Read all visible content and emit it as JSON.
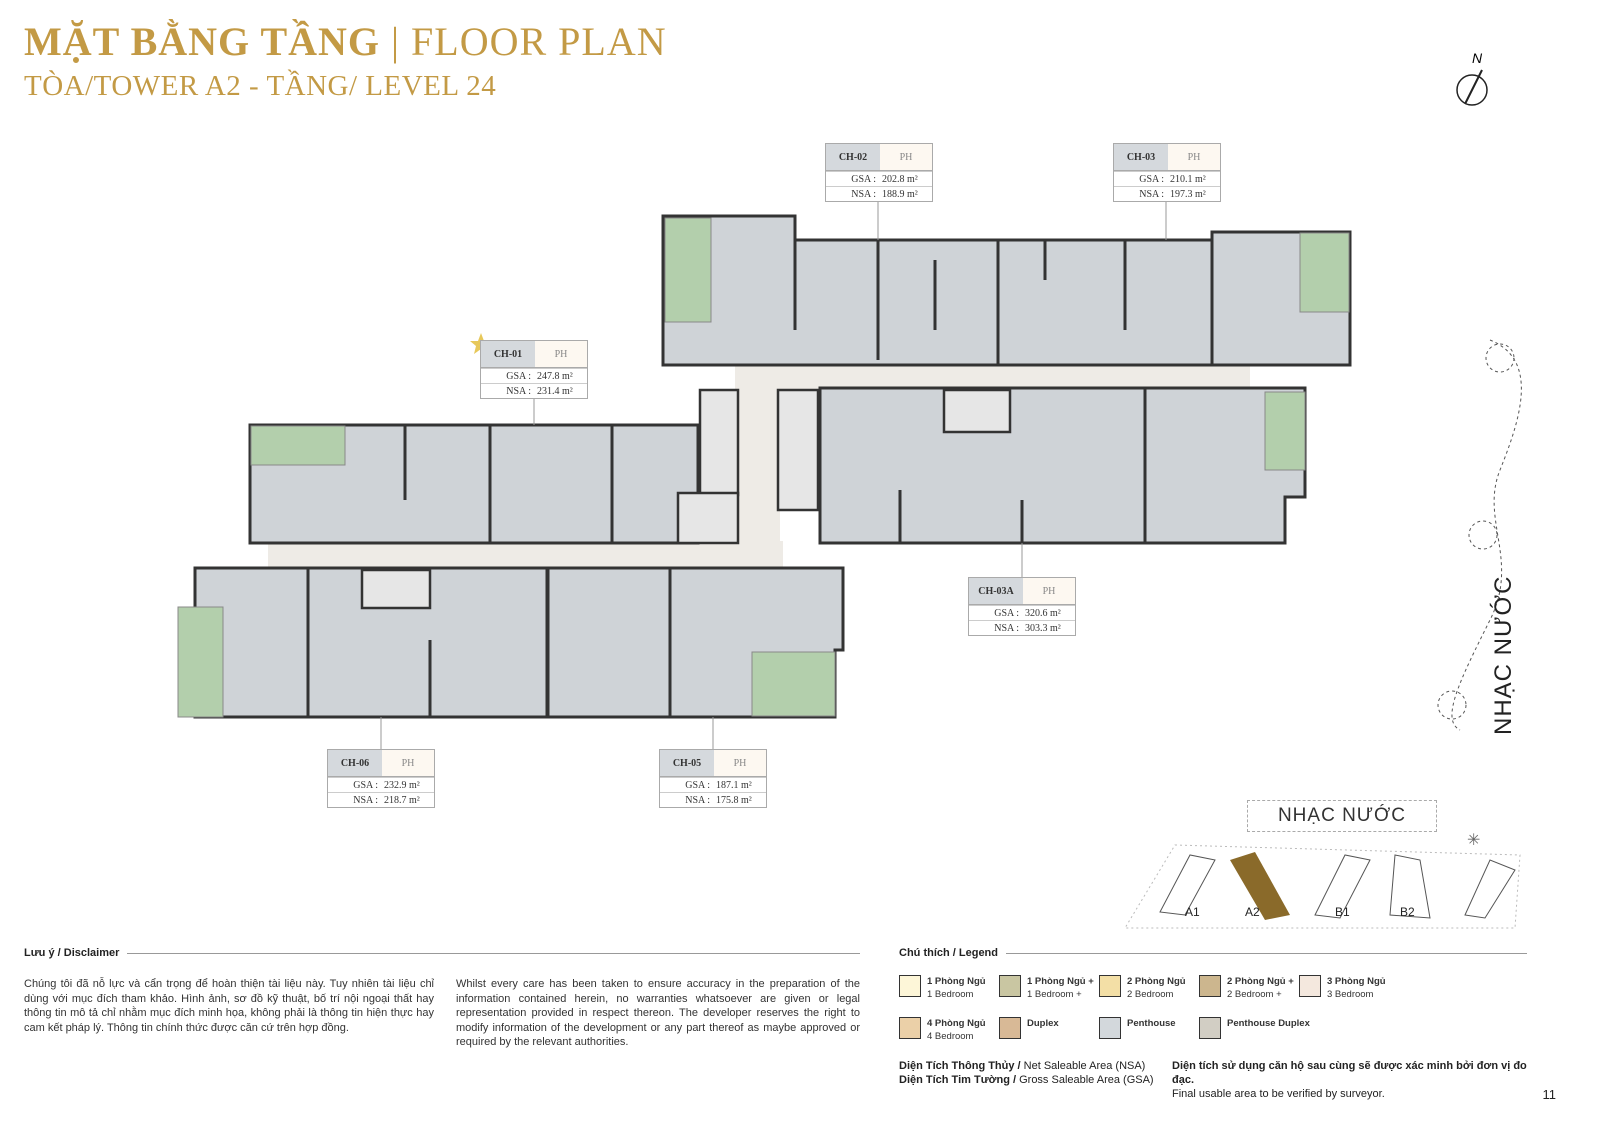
{
  "header": {
    "title_vi": "MẶT BẰNG TẦNG",
    "separator": "|",
    "title_en": "FLOOR PLAN",
    "subtitle": "TÒA/TOWER A2 - TẦNG/ LEVEL 24"
  },
  "compass": {
    "label": "N"
  },
  "units": [
    {
      "id": "CH-02",
      "type": "PH",
      "gsa_label": "GSA :",
      "gsa": "202.8 m²",
      "nsa_label": "NSA :",
      "nsa": "188.9 m²"
    },
    {
      "id": "CH-03",
      "type": "PH",
      "gsa_label": "GSA :",
      "gsa": "210.1 m²",
      "nsa_label": "NSA :",
      "nsa": "197.3 m²"
    },
    {
      "id": "CH-01",
      "type": "PH",
      "gsa_label": "GSA :",
      "gsa": "247.8 m²",
      "nsa_label": "NSA :",
      "nsa": "231.4 m²"
    },
    {
      "id": "CH-03A",
      "type": "PH",
      "gsa_label": "GSA :",
      "gsa": "320.6 m²",
      "nsa_label": "NSA :",
      "nsa": "303.3 m²"
    },
    {
      "id": "CH-06",
      "type": "PH",
      "gsa_label": "GSA :",
      "gsa": "232.9 m²",
      "nsa_label": "NSA :",
      "nsa": "218.7 m²"
    },
    {
      "id": "CH-05",
      "type": "PH",
      "gsa_label": "GSA :",
      "gsa": "187.1 m²",
      "nsa_label": "NSA :",
      "nsa": "175.8 m²"
    }
  ],
  "side_label": "NHẠC NƯỚC",
  "site_map": {
    "label": "NHẠC NƯỚC",
    "towers": [
      "A1",
      "A2",
      "B1",
      "B2"
    ],
    "highlight_color": "#8a6a2a"
  },
  "disclaimer": {
    "heading": "Lưu ý / Disclaimer",
    "text_vi": "Chúng tôi đã nỗ lực và cẩn trọng để hoàn thiện tài liệu này. Tuy nhiên tài liệu chỉ dùng với mục đích tham khảo. Hình ảnh, sơ đồ kỹ thuật, bố trí nội ngoại thất hay thông tin mô tả chỉ nhằm mục đích minh họa, không phải là thông tin hiện thực hay cam kết pháp lý. Thông tin chính thức được căn cứ trên hợp đồng.",
    "text_en": "Whilst every care has been taken to ensure accuracy in the preparation of the information contained herein, no warranties whatsoever are given or legal representation provided in respect thereon. The developer reserves the right to modify information of the development or any part thereof as maybe approved or required by the relevant authorities."
  },
  "legend": {
    "heading": "Chú thích / Legend",
    "items": [
      {
        "vi": "1 Phòng Ngủ",
        "en": "1 Bedroom",
        "color": "#fdf6d8"
      },
      {
        "vi": "1 Phòng Ngủ +",
        "en": "1 Bedroom +",
        "color": "#c9c6a2"
      },
      {
        "vi": "2 Phòng Ngủ",
        "en": "2 Bedroom",
        "color": "#f3dfa6"
      },
      {
        "vi": "2 Phòng Ngủ +",
        "en": "2 Bedroom +",
        "color": "#ccb68e"
      },
      {
        "vi": "3 Phòng Ngủ",
        "en": "3 Bedroom",
        "color": "#f4e8de"
      },
      {
        "vi": "4 Phòng Ngủ",
        "en": "4 Bedroom",
        "color": "#ebd0a8"
      },
      {
        "vi": "Duplex",
        "en": "",
        "color": "#d8b996"
      },
      {
        "vi": "Penthouse",
        "en": "",
        "color": "#d3d8dc"
      },
      {
        "vi": "Penthouse Duplex",
        "en": "",
        "color": "#d2cec4"
      }
    ],
    "nsa_vi": "Diện Tích Thông Thủy /",
    "nsa_en": "Net Saleable Area (NSA)",
    "gsa_vi": "Diện Tích Tim Tường /",
    "gsa_en": "Gross Saleable Area (GSA)",
    "note_vi": "Diện tích sử dụng căn hộ sau cùng sẽ được xác minh bởi đơn vị đo đạc.",
    "note_en": "Final usable area to be verified by surveyor."
  },
  "page_number": "11"
}
